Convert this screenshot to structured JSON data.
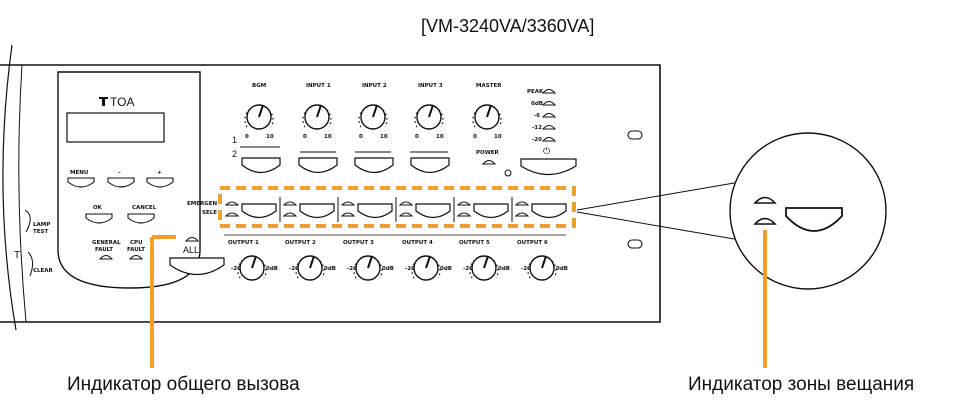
{
  "title": "[VM-3240VA/3360VA]",
  "brand": "TOA",
  "knobs": [
    "BGM",
    "INPUT 1",
    "INPUT 2",
    "INPUT 3",
    "MASTER"
  ],
  "knob_scale": {
    "min": "0",
    "max": "10"
  },
  "peak_meter": [
    "PEAK",
    "0dB",
    "-6",
    "-12",
    "-20"
  ],
  "power_label": "POWER",
  "power_symbol": "⏻",
  "line_numbers": [
    "1",
    "2"
  ],
  "remote": {
    "menu": "MENU",
    "minus": "–",
    "plus": "+",
    "ok": "OK",
    "cancel": "CANCEL",
    "general_fault": [
      "GENERAL",
      "FAULT"
    ],
    "cpu_fault": [
      "CPU",
      "FAULT"
    ]
  },
  "side_labels": {
    "lamp_test": [
      "LAMP",
      "TEST"
    ],
    "reset_t": "T",
    "clear": "CLEAR",
    "emergency": "EMERGEN",
    "select": "SELE",
    "all": "ALL"
  },
  "outputs": [
    "OUTPUT 1",
    "OUTPUT 2",
    "OUTPUT 3",
    "OUTPUT 4",
    "OUTPUT 5",
    "OUTPUT 6"
  ],
  "output_scale": {
    "min": "-20",
    "max": "0dB"
  },
  "captions": {
    "left": "Индикатор общего вызова",
    "right": "Индикатор зоны вещания"
  },
  "colors": {
    "highlight": "#f0a030",
    "panel_line": "#111111"
  }
}
